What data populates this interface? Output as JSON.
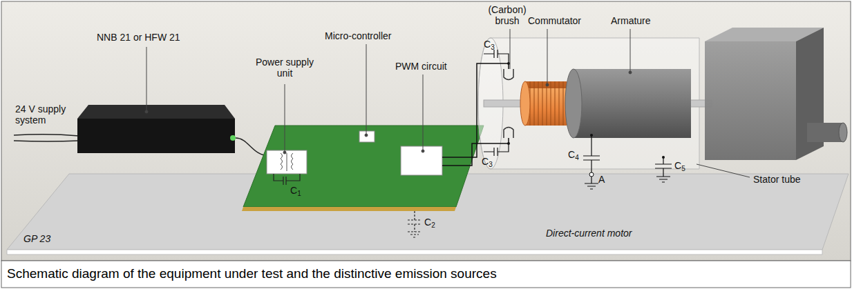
{
  "diagram": {
    "caption": "Schematic diagram of the equipment under test and the distinctive emission sources",
    "labels": [
      "NNB 21 or HFW 21",
      "24 V supply system",
      "Power supply unit",
      "Micro-controller",
      "PWM circuit",
      "(Carbon) brush",
      "Commutator",
      "Armature",
      "C3",
      "C3",
      "C1",
      "C2",
      "C4",
      "A",
      "C5",
      "Stator tube",
      "GP 23",
      "Direct-current motor"
    ]
  }
}
